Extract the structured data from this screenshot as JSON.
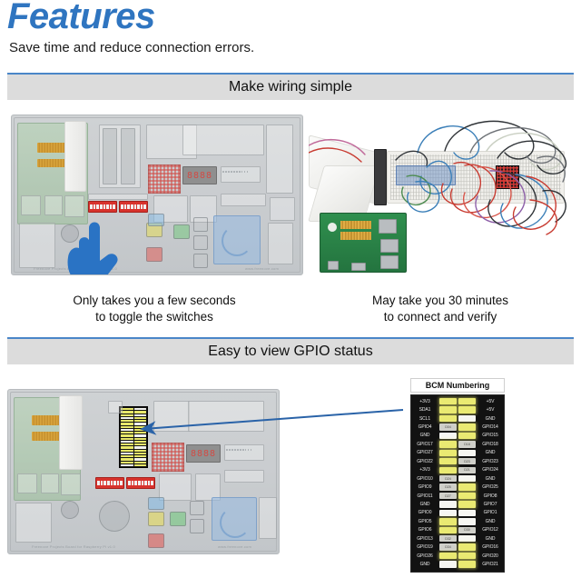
{
  "header": {
    "title": "Features",
    "subtitle": "Save time and reduce connection errors.",
    "title_color": "#2f75c0"
  },
  "sections": [
    {
      "id": "make-wiring-simple",
      "heading": "Make wiring simple",
      "left_caption_line1": "Only takes you a few seconds",
      "left_caption_line2": "to toggle the switches",
      "right_caption_line1": "May take you 30 minutes",
      "right_caption_line2": "to connect and verify"
    },
    {
      "id": "easy-to-view-gpio-status",
      "heading": "Easy to view GPIO status"
    }
  ],
  "board": {
    "silk_left": "Freenove Projects Board for Raspberry Pi  v1.0",
    "silk_right": "www.freenove.com",
    "seg7_value": "8888"
  },
  "bcm": {
    "title": "BCM Numbering",
    "rows": [
      {
        "left_label": "+3V3",
        "left_led": "on",
        "left_led_text": "",
        "right_led": "on",
        "right_led_text": "",
        "right_label": "+5V"
      },
      {
        "left_label": "SDA1",
        "left_led": "on",
        "left_led_text": "",
        "right_led": "on",
        "right_led_text": "",
        "right_label": "+5V"
      },
      {
        "left_label": "SCL1",
        "left_led": "on",
        "left_led_text": "",
        "right_led": "off",
        "right_led_text": "",
        "right_label": "GND"
      },
      {
        "left_label": "GPIO4",
        "left_led": "gray",
        "left_led_text": "D04",
        "right_led": "on",
        "right_led_text": "",
        "right_label": "GPIO14"
      },
      {
        "left_label": "GND",
        "left_led": "off",
        "left_led_text": "",
        "right_led": "on",
        "right_led_text": "",
        "right_label": "GPIO15"
      },
      {
        "left_label": "GPIO17",
        "left_led": "on",
        "left_led_text": "",
        "right_led": "gray",
        "right_led_text": "D18",
        "right_label": "GPIO18"
      },
      {
        "left_label": "GPIO27",
        "left_led": "on",
        "left_led_text": "",
        "right_led": "off",
        "right_led_text": "",
        "right_label": "GND"
      },
      {
        "left_label": "GPIO22",
        "left_led": "on",
        "left_led_text": "",
        "right_led": "gray",
        "right_led_text": "D23",
        "right_label": "GPIO23"
      },
      {
        "left_label": "+3V3",
        "left_led": "on",
        "left_led_text": "",
        "right_led": "gray",
        "right_led_text": "D21",
        "right_label": "GPIO24"
      },
      {
        "left_label": "GPIO10",
        "left_led": "gray",
        "left_led_text": "D24",
        "right_led": "off",
        "right_led_text": "",
        "right_label": "GND"
      },
      {
        "left_label": "GPIO9",
        "left_led": "gray",
        "left_led_text": "D25",
        "right_led": "on",
        "right_led_text": "",
        "right_label": "GPIO25"
      },
      {
        "left_label": "GPIO11",
        "left_led": "gray",
        "left_led_text": "D27",
        "right_led": "on",
        "right_led_text": "",
        "right_label": "GPIO8"
      },
      {
        "left_label": "GND",
        "left_led": "off",
        "left_led_text": "",
        "right_led": "on",
        "right_led_text": "",
        "right_label": "GPIO7"
      },
      {
        "left_label": "GPIO0",
        "left_led": "off",
        "left_led_text": "",
        "right_led": "off",
        "right_led_text": "",
        "right_label": "GPIO1"
      },
      {
        "left_label": "GPIO5",
        "left_led": "on",
        "left_led_text": "",
        "right_led": "off",
        "right_led_text": "",
        "right_label": "GND"
      },
      {
        "left_label": "GPIO6",
        "left_led": "on",
        "left_led_text": "",
        "right_led": "gray",
        "right_led_text": "D30",
        "right_label": "GPIO12"
      },
      {
        "left_label": "GPIO13",
        "left_led": "gray",
        "left_led_text": "D32",
        "right_led": "off",
        "right_led_text": "",
        "right_label": "GND"
      },
      {
        "left_label": "GPIO19",
        "left_led": "gray",
        "left_led_text": "D34",
        "right_led": "on",
        "right_led_text": "",
        "right_label": "GPIO16"
      },
      {
        "left_label": "GPIO26",
        "left_led": "on",
        "left_led_text": "",
        "right_led": "on",
        "right_led_text": "",
        "right_label": "GPIO20"
      },
      {
        "left_label": "GND",
        "left_led": "off",
        "left_led_text": "",
        "right_led": "on",
        "right_led_text": "",
        "right_label": "GPIO21"
      }
    ]
  },
  "colors": {
    "accent_blue": "#2f75c0",
    "section_bg": "#dcdcdc",
    "section_border": "#4a86c8",
    "arrow": "#2a63a8",
    "hand": "#2a73c4",
    "led_on": "#eaea72",
    "led_off": "#f6f6f2",
    "panel_bg": "#121212"
  }
}
